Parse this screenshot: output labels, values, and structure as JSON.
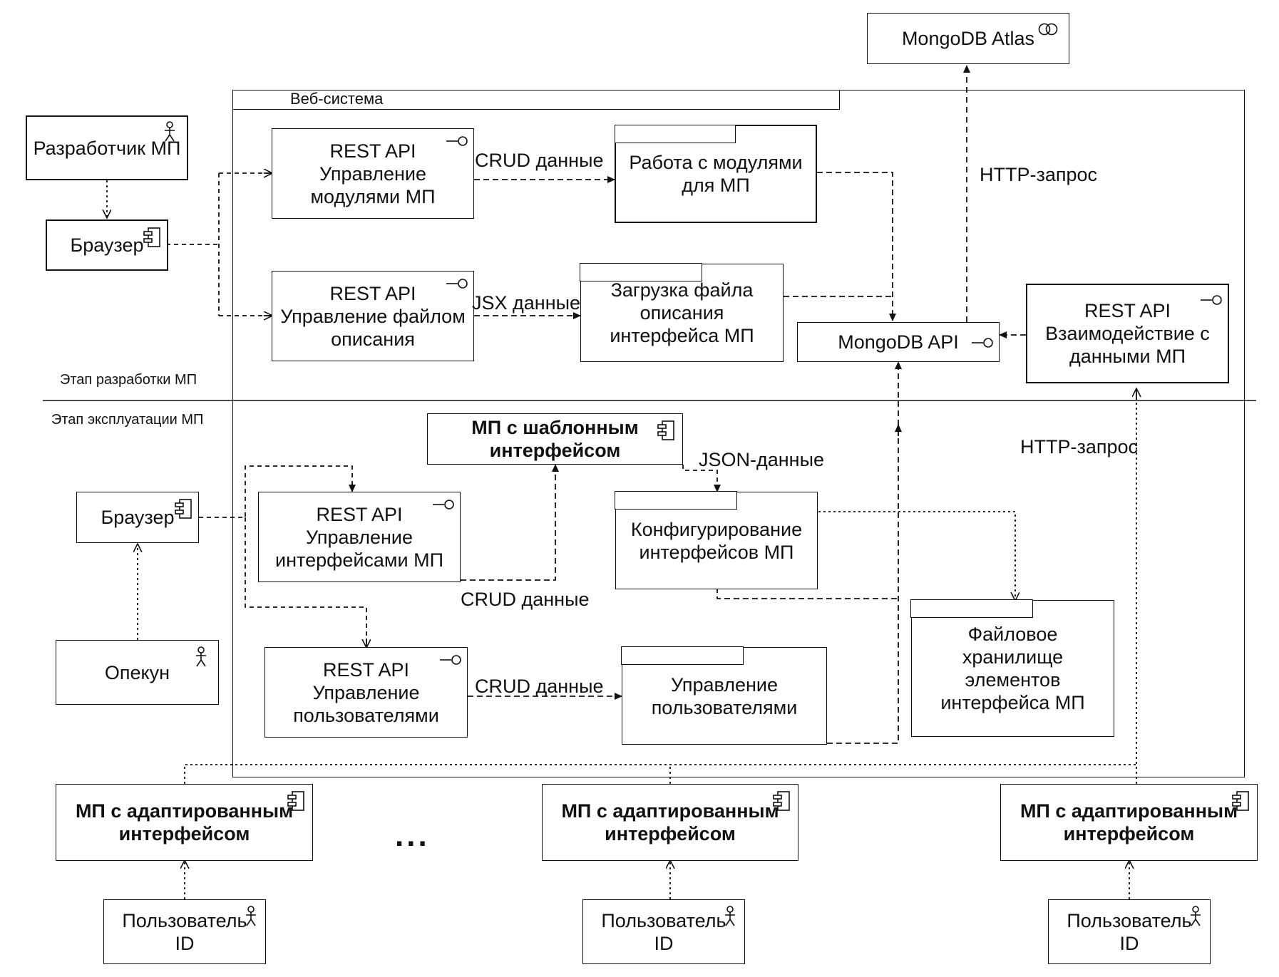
{
  "frame": {
    "title": "Веб-система"
  },
  "stages": {
    "development": "Этап разработки МП",
    "operation": "Этап эксплуатации МП"
  },
  "nodes": {
    "mongodb_atlas": "MongoDB Atlas",
    "developer": "Разработчик МП",
    "browser_dev": "Браузер",
    "api_modules": "REST API\nУправление\nмодулями МП",
    "api_file": "REST API\nУправление файлом\nописания",
    "pkg_modules": "Работа с модулями\nдля МП",
    "pkg_upload": "Загрузка файла\nописания\nинтерфейса МП",
    "mongodb_api": "MongoDB API",
    "api_data": "REST API\nВзаимодействие с\nданными МП",
    "template_mp": "МП с шаблонным\nинтерфейсом",
    "browser_op": "Браузер",
    "api_interfaces": "REST API\nУправление\nинтерфейсами МП",
    "pkg_config": "Конфигурирование\nинтерфейсов МП",
    "guardian": "Опекун",
    "api_users": "REST API\nУправление\nпользователями",
    "pkg_users": "Управление\nпользователями",
    "file_storage": "Файловое\nхранилище\nэлементов\nинтерфейса МП",
    "adapted_mp_1": "МП с адаптированным\nинтерфейсом",
    "adapted_mp_2": "МП с адаптированным\nинтерфейсом",
    "adapted_mp_3": "МП с адаптированным\nинтерфейсом",
    "user_1": "Пользователь\nID",
    "user_2": "Пользователь\nID",
    "user_3": "Пользователь\nID",
    "ellipsis": "..."
  },
  "labels": {
    "crud_1": "CRUD данные",
    "jsx": "JSX данные",
    "http_1": "HTTP-запрос",
    "json": "JSON-данные",
    "crud_2": "CRUD данные",
    "crud_3": "CRUD данные",
    "http_2": "HTTP-запрос"
  },
  "icons": {
    "actor": "actor-icon",
    "component": "component-icon",
    "interface": "lollipop-interface-icon",
    "database": "database-icon"
  }
}
